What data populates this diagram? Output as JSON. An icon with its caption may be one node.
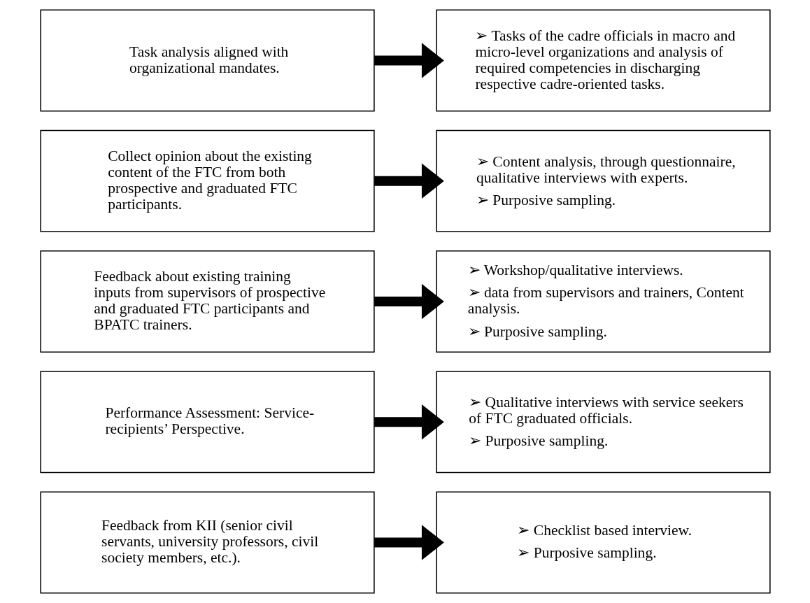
{
  "diagram": {
    "nodes": [
      {
        "text": [
          "Task analysis aligned with organizational mandates."
        ]
      },
      {
        "text": [
          "➢ Tasks of the cadre officials in macro and micro-level organizations and analysis of required competencies in discharging respective cadre-oriented tasks."
        ]
      },
      {
        "text": [
          "Collect opinion about the existing content of the FTC from both prospective and graduated FTC participants."
        ]
      },
      {
        "text": [
          "➢ Content analysis, through questionnaire, qualitative interviews with experts.",
          "➢ Purposive sampling."
        ]
      },
      {
        "text": [
          "Feedback about existing training inputs from supervisors of prospective and graduated FTC participants and BPATC trainers."
        ]
      },
      {
        "text": [
          "➢ Workshop/qualitative interviews.",
          "➢ data from supervisors and trainers, Content analysis.",
          "➢ Purposive sampling."
        ]
      },
      {
        "text": [
          "Performance Assessment: Service-recipients’ Perspective."
        ]
      },
      {
        "text": [
          "➢ Qualitative interviews with service seekers of FTC graduated officials.",
          "➢ Purposive sampling."
        ]
      },
      {
        "text": [
          "Feedback from KII (senior civil servants, university professors, civil society members, etc.)."
        ]
      },
      {
        "text": [
          "➢ Checklist based interview.",
          "➢ Purposive sampling."
        ]
      }
    ],
    "edges": [
      {
        "from": 0,
        "to": 1,
        "arrow": "to"
      },
      {
        "from": 2,
        "to": 3,
        "arrow": "to"
      },
      {
        "from": 4,
        "to": 5,
        "arrow": "to"
      },
      {
        "from": 6,
        "to": 7,
        "arrow": "to"
      },
      {
        "from": 8,
        "to": 9,
        "arrow": "to"
      }
    ]
  }
}
